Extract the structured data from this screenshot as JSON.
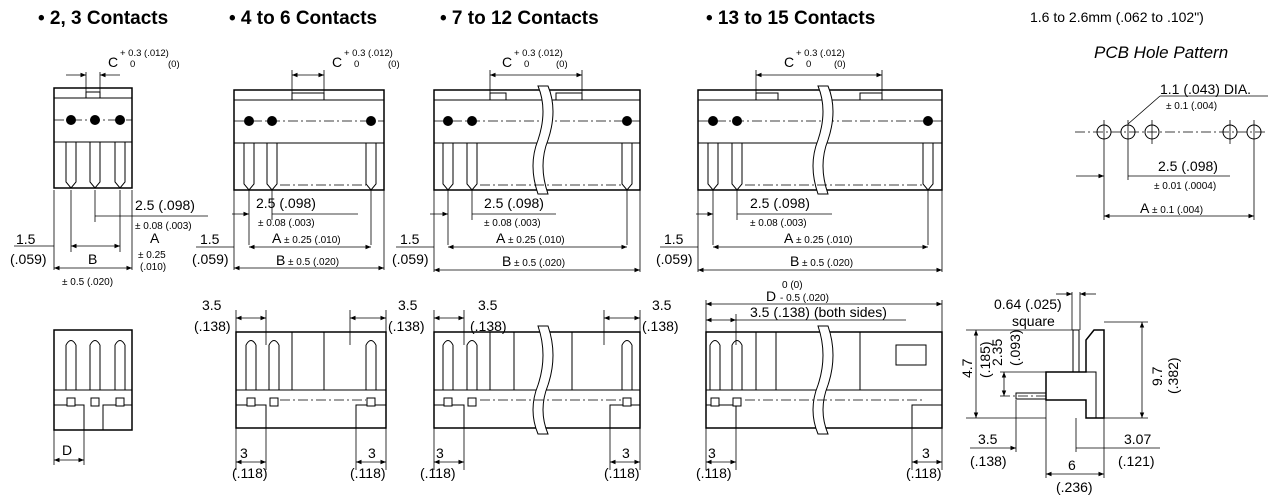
{
  "headers": {
    "h1": "• 2, 3 Contacts",
    "h2": "• 4 to 6 Contacts",
    "h3": "• 7 to 12 Contacts",
    "h4": "• 13 to 15 Contacts"
  },
  "pcb": {
    "thickness": "1.6 to 2.6mm (.062 to .102\")",
    "title": "PCB Hole Pattern",
    "hole_dia": "1.1 (.043) DIA.",
    "hole_tol": "± 0.1 (.004)",
    "pitch": "2.5 (.098)",
    "pitch_tol": "± 0.01 (.0004)",
    "a_label": "A",
    "a_tol": "± 0.1 (.004)"
  },
  "dims": {
    "c_label": "C",
    "c_tol_plus": "+ 0.3 (.012)",
    "c_tol_zero": "0",
    "c_tol_zero2": "(0)",
    "pitch": "2.5 (.098)",
    "pitch_tol": "± 0.08 (.003)",
    "a_label": "A",
    "a_tol": "± 0.25 (.010)",
    "a_tol_small1": "± 0.25",
    "a_tol_small2": "(.010)",
    "b_label": "B",
    "b_tol": "± 0.5 (.020)",
    "edge_mm": "1.5",
    "edge_in": "(.059)",
    "end_mm": "3.5",
    "end_in": "(.138)",
    "foot_mm": "3",
    "foot_in": "(.118)",
    "d_label": "D",
    "d_tol_top": "0    (0)",
    "d_tol_bot": "- 0.5 (.020)",
    "both_sides": "3.5 (.138) (both sides)"
  },
  "side": {
    "pin_size": "0.64 (.025)",
    "pin_shape": "square",
    "h1_mm": "4.7",
    "h1_in": "(.185)",
    "h2_mm": "2.35",
    "h2_in": "(.093)",
    "h3_mm": "9.7",
    "h3_in": "(.382)",
    "w1_mm": "3.5",
    "w1_in": "(.138)",
    "w2_mm": "3.07",
    "w2_in": "(.121)",
    "w3_mm": "6",
    "w3_in": "(.236)"
  }
}
